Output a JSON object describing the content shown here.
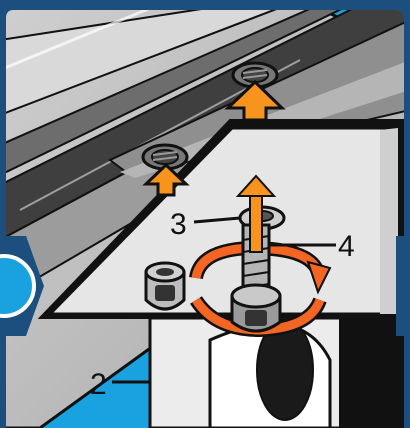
{
  "callouts": {
    "part_3": "3",
    "part_4": "4",
    "part_2": "2"
  },
  "colors": {
    "frame_border": "#1c4e7e",
    "background_blue": "#1aa2e0",
    "rail_grey": "#bdbdbd",
    "rail_shadow": "#555555",
    "plate_light": "#e6e6e6",
    "arrow_orange": "#f7941d",
    "rotation_arrow": "#f26522",
    "badge_fill": "#1aa2e0",
    "outline": "#111111"
  },
  "icons": {
    "up_arrow_large": "arrow-up-icon",
    "up_arrow_small": "arrow-up-icon",
    "rotate_arrow": "rotate-clockwise-icon",
    "step_badge": "step-badge-icon"
  }
}
